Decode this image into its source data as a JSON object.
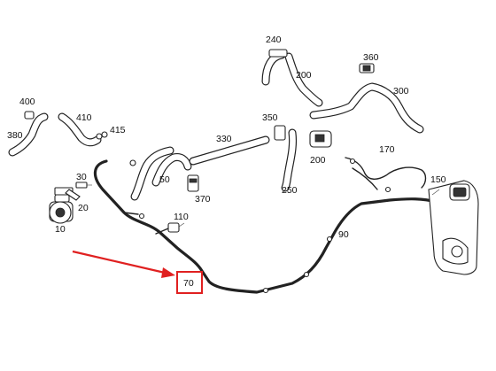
{
  "diagram": {
    "highlight": {
      "label": "70",
      "box_color": "#e02020",
      "arrow_color": "#e02020"
    },
    "callouts": [
      "240",
      "200",
      "360",
      "300",
      "400",
      "410",
      "415",
      "380",
      "350",
      "330",
      "200",
      "170",
      "30",
      "50",
      "20",
      "370",
      "250",
      "150",
      "10",
      "110",
      "90"
    ]
  }
}
